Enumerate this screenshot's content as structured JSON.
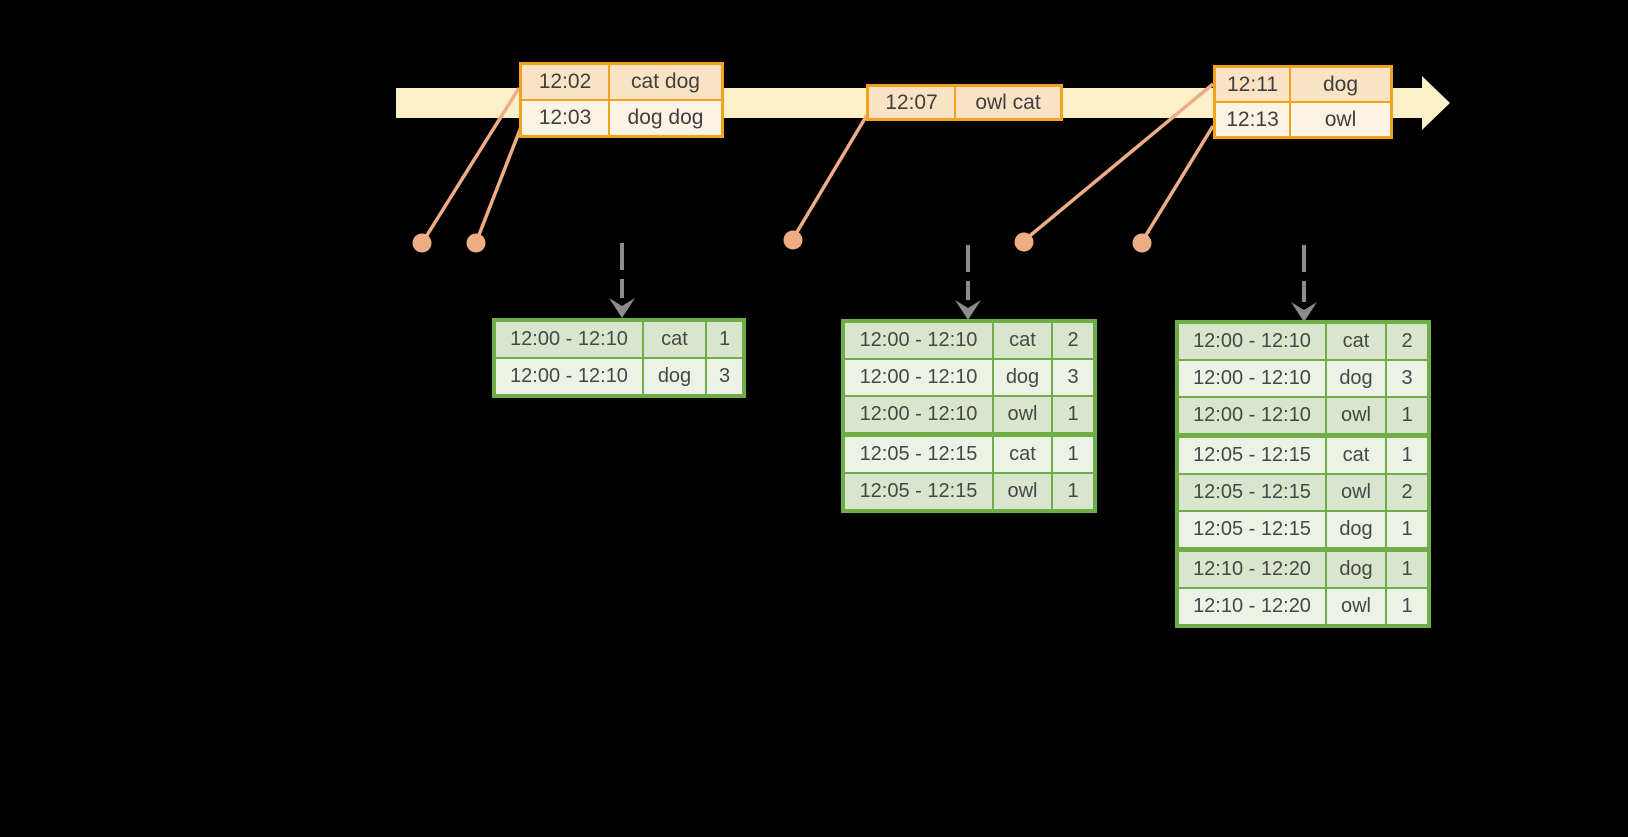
{
  "diagram": {
    "type": "streaming-windowed-wordcount",
    "background": "#000000"
  },
  "colors": {
    "timeline_band": "#FBF0C7",
    "event_border": "#F0A41E",
    "event_fill_dark": "#FAE3C4",
    "event_fill_light": "#FDF3E4",
    "connector_salmon": "#EFAD85",
    "result_border": "#6FAE46",
    "result_fill_dark": "#D9E5CC",
    "result_fill_light": "#EDF2E7",
    "dashed_arrow_gray": "#8C8C8C",
    "text": "#3F3F3F"
  },
  "event_tables": [
    {
      "rows": [
        {
          "time": "12:02",
          "words": "cat dog"
        },
        {
          "time": "12:03",
          "words": "dog dog"
        }
      ]
    },
    {
      "rows": [
        {
          "time": "12:07",
          "words": "owl cat"
        }
      ]
    },
    {
      "rows": [
        {
          "time": "12:11",
          "words": "dog"
        },
        {
          "time": "12:13",
          "words": "owl"
        }
      ]
    }
  ],
  "result_tables": [
    {
      "rows": [
        {
          "window": "12:00 - 12:10",
          "word": "cat",
          "count": "1"
        },
        {
          "window": "12:00 - 12:10",
          "word": "dog",
          "count": "3"
        }
      ]
    },
    {
      "rows": [
        {
          "window": "12:00 - 12:10",
          "word": "cat",
          "count": "2"
        },
        {
          "window": "12:00 - 12:10",
          "word": "dog",
          "count": "3"
        },
        {
          "window": "12:00 - 12:10",
          "word": "owl",
          "count": "1"
        },
        {
          "window": "12:05 - 12:15",
          "word": "cat",
          "count": "1"
        },
        {
          "window": "12:05 - 12:15",
          "word": "owl",
          "count": "1"
        }
      ]
    },
    {
      "rows": [
        {
          "window": "12:00 - 12:10",
          "word": "cat",
          "count": "2"
        },
        {
          "window": "12:00 - 12:10",
          "word": "dog",
          "count": "3"
        },
        {
          "window": "12:00 - 12:10",
          "word": "owl",
          "count": "1"
        },
        {
          "window": "12:05 - 12:15",
          "word": "cat",
          "count": "1"
        },
        {
          "window": "12:05 - 12:15",
          "word": "owl",
          "count": "2"
        },
        {
          "window": "12:05 - 12:15",
          "word": "dog",
          "count": "1"
        },
        {
          "window": "12:10 - 12:20",
          "word": "dog",
          "count": "1"
        },
        {
          "window": "12:10 - 12:20",
          "word": "owl",
          "count": "1"
        }
      ]
    }
  ]
}
